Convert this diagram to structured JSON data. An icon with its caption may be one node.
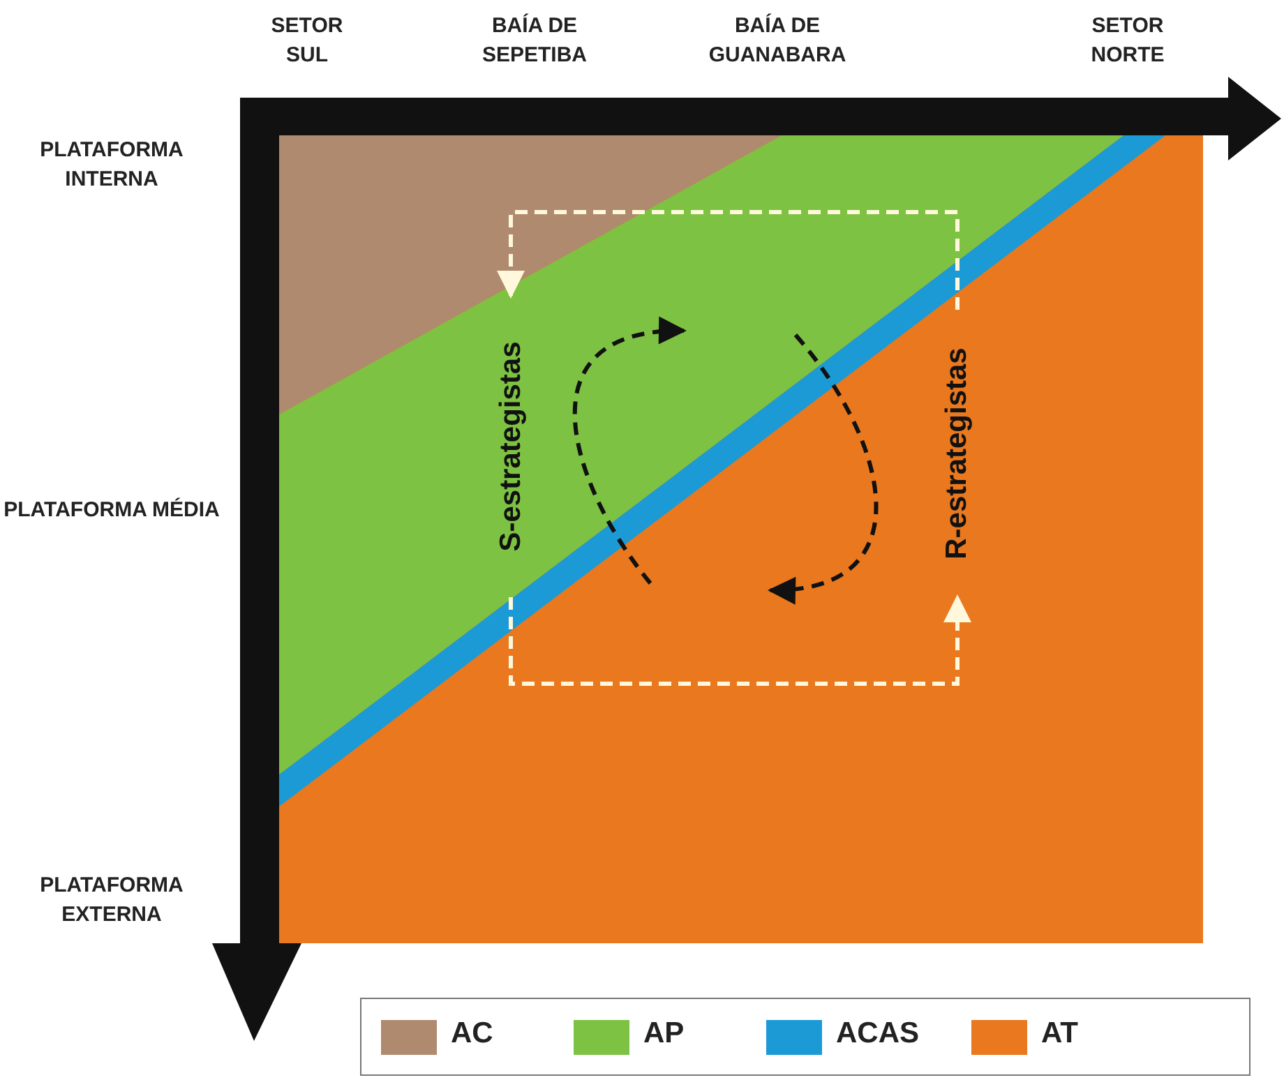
{
  "diagram": {
    "labels": [
      "SETOR SUL",
      "BAÍA DE SEPETIBA",
      "BAÍA DE GUANABARA",
      "SETOR NORTE",
      "PLATAFORMA INTERNA",
      "PLATAFORMA MÉDIA",
      "PLATAFORMA EXTERNA",
      "S-estrategistas",
      "R-estrategistas"
    ],
    "legend": [
      {
        "text": "AC",
        "color": "#b08a6e"
      },
      {
        "text": "AP",
        "color": "#7dc242"
      },
      {
        "text": "ACAS",
        "color": "#1b9ad6"
      },
      {
        "text": "AT",
        "color": "#e9781e"
      }
    ]
  }
}
